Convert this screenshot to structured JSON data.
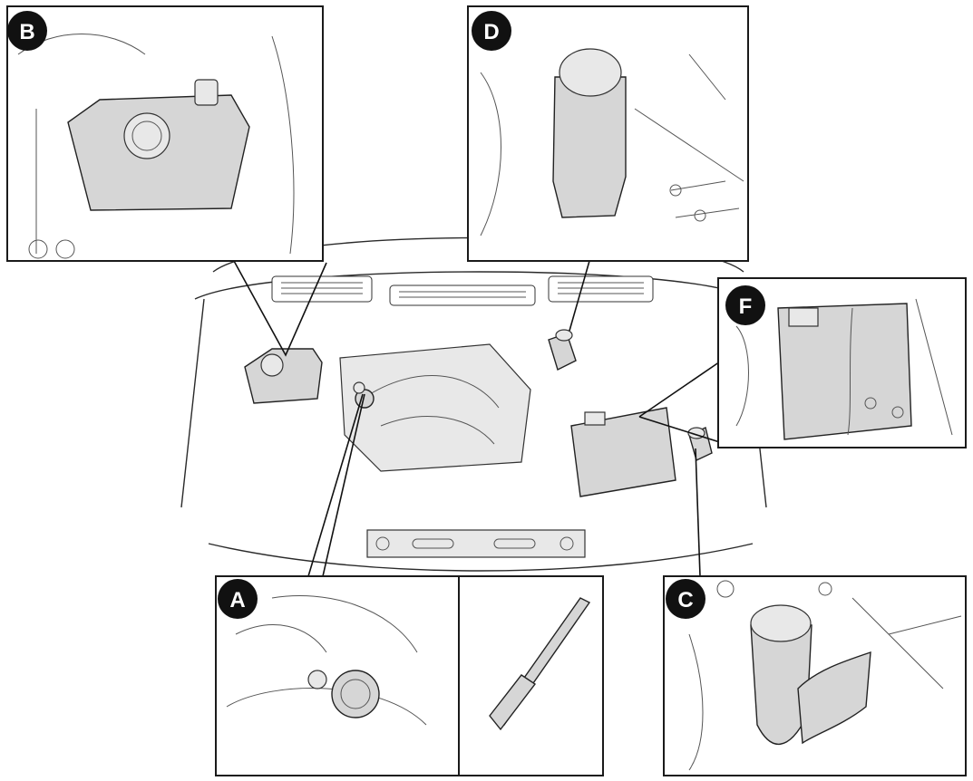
{
  "labels": {
    "a": "A",
    "b": "B",
    "c": "C",
    "d": "D",
    "f": "F"
  }
}
